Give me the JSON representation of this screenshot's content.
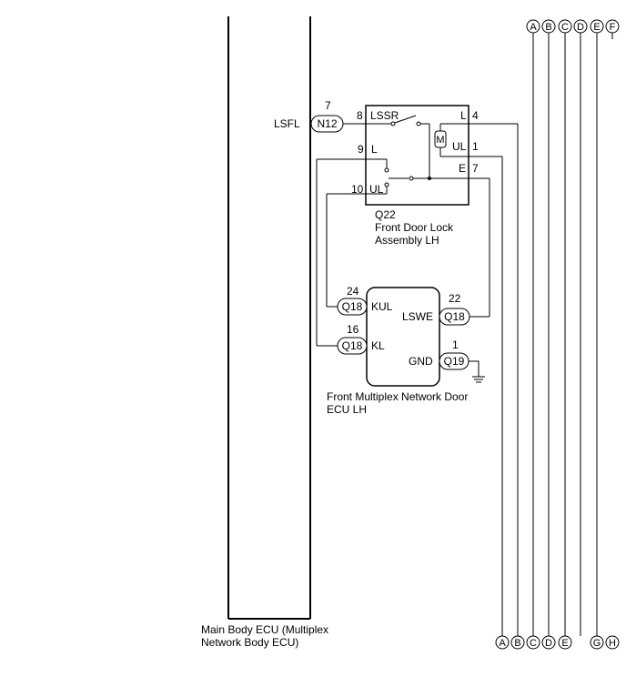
{
  "main_ecu": {
    "name_line1": "Main Body ECU (Multiplex",
    "name_line2": "Network Body ECU)",
    "terminal_name": "LSFL",
    "connector": "N12",
    "pin": "7"
  },
  "door_lock": {
    "code": "Q22",
    "name_line1": "Front Door Lock",
    "name_line2": "Assembly LH",
    "pins": {
      "lssr_num": "8",
      "lssr_name": "LSSR",
      "l_left_num": "9",
      "l_left_name": "L",
      "ul_left_num": "10",
      "ul_left_name": "UL",
      "l_right_name": "L",
      "l_right_num": "4",
      "ul_right_name": "UL",
      "ul_right_num": "1",
      "e_name": "E",
      "e_num": "7"
    },
    "motor_symbol": "M"
  },
  "door_ecu": {
    "name_line1": "Front Multiplex Network Door",
    "name_line2": "ECU LH",
    "kul": {
      "pin": "24",
      "connector": "Q18",
      "name": "KUL"
    },
    "kl": {
      "pin": "16",
      "connector": "Q18",
      "name": "KL"
    },
    "lswe": {
      "pin": "22",
      "connector": "Q18",
      "name": "LSWE"
    },
    "gnd": {
      "pin": "1",
      "connector": "Q19",
      "name": "GND"
    }
  },
  "buses": {
    "top": [
      "A",
      "B",
      "C",
      "D",
      "E",
      "F"
    ],
    "bottom": [
      "A",
      "B",
      "C",
      "D",
      "E",
      "G",
      "H"
    ]
  }
}
